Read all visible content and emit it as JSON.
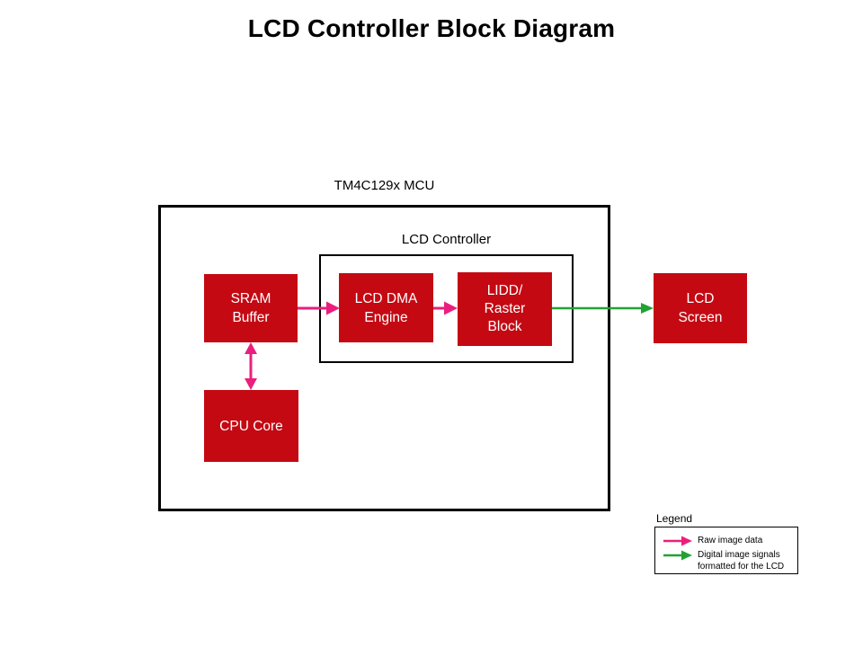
{
  "title": "LCD Controller Block Diagram",
  "mcu": {
    "label": "TM4C129x MCU"
  },
  "controller": {
    "label": "LCD Controller"
  },
  "blocks": {
    "sram": {
      "label": "SRAM\nBuffer"
    },
    "dma": {
      "label": "LCD DMA\nEngine"
    },
    "lidd": {
      "label": "LIDD/\nRaster\nBlock"
    },
    "screen": {
      "label": "LCD\nScreen"
    },
    "cpu": {
      "label": "CPU Core"
    }
  },
  "legend": {
    "title": "Legend",
    "items": [
      {
        "label": "Raw image data",
        "color": "#EC1E7D"
      },
      {
        "label": "Digital image signals\nformatted for the LCD",
        "color": "#22A233"
      }
    ]
  },
  "colors": {
    "block_red": "#C40913",
    "arrow_pink": "#EC1E7D",
    "arrow_green": "#22A233",
    "border_black": "#000000",
    "block_text_white": "#FFFFFF"
  }
}
